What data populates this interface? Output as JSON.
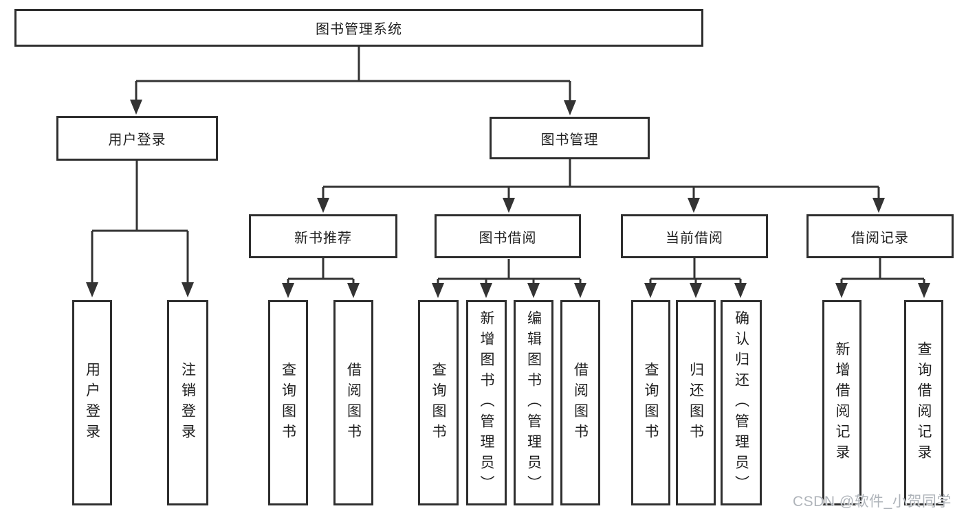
{
  "diagram": {
    "root": {
      "label": "图书管理系统"
    },
    "level2": [
      {
        "label": "用户登录"
      },
      {
        "label": "图书管理"
      }
    ],
    "level3": [
      {
        "label": "新书推荐"
      },
      {
        "label": "图书借阅"
      },
      {
        "label": "当前借阅"
      },
      {
        "label": "借阅记录"
      }
    ],
    "leaves": [
      {
        "label": "用户登录"
      },
      {
        "label": "注销登录"
      },
      {
        "label": "查询图书"
      },
      {
        "label": "借阅图书"
      },
      {
        "label": "查询图书"
      },
      {
        "label": "新增图书（管理员）"
      },
      {
        "label": "编辑图书（管理员）"
      },
      {
        "label": "借阅图书"
      },
      {
        "label": "查询图书"
      },
      {
        "label": "归还图书"
      },
      {
        "label": "确认归还（管理员）"
      },
      {
        "label": "新增借阅记录"
      },
      {
        "label": "查询借阅记录"
      }
    ]
  },
  "watermark": {
    "text": "CSDN @软件_小贺同学"
  },
  "colors": {
    "line": "#333333",
    "border": "#2e2e2e",
    "text": "#1f1f1f",
    "background": "#ffffff",
    "watermark": "#abb0b6"
  }
}
